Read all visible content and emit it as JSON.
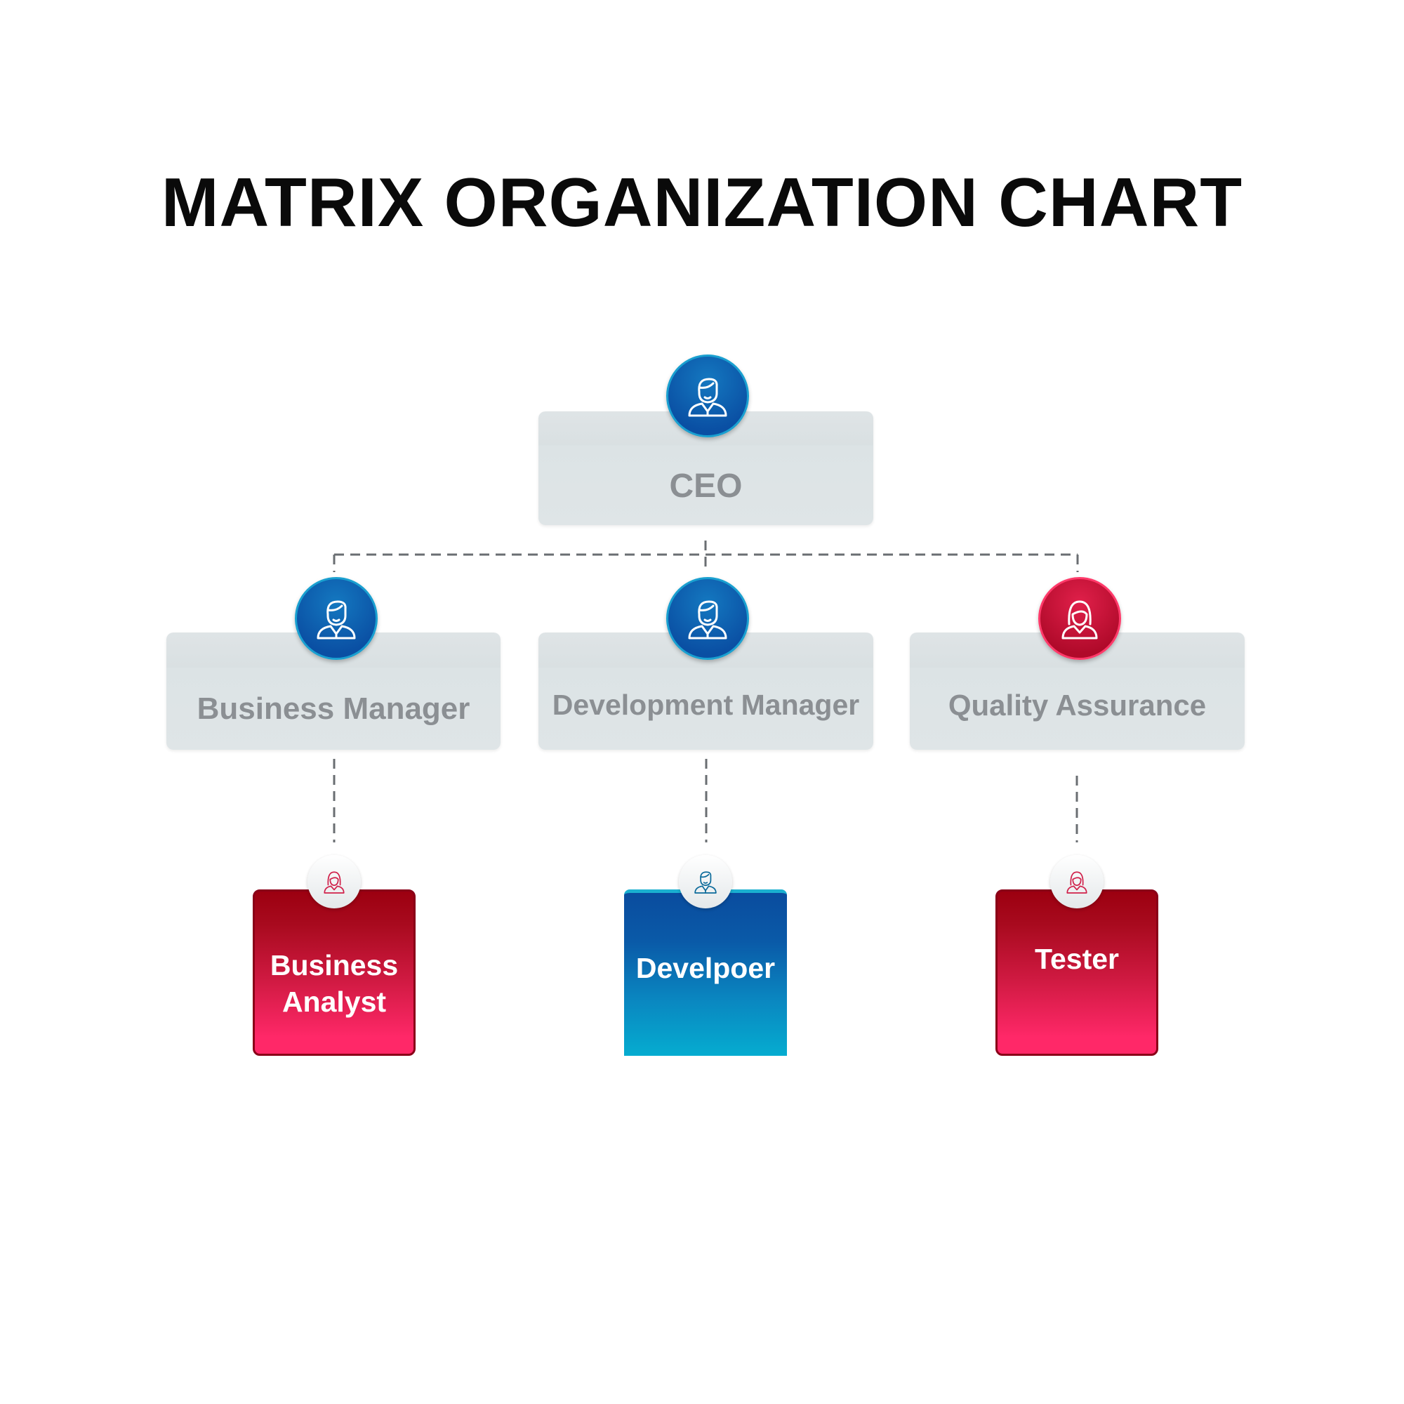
{
  "title": "MATRIX ORGANIZATION CHART",
  "ceo": {
    "label": "CEO",
    "icon": "businessman-icon",
    "color": "#0a4fa3"
  },
  "managers": [
    {
      "label": "Business Manager",
      "icon": "businessman-icon",
      "color": "#0a4fa3"
    },
    {
      "label": "Development Manager",
      "icon": "businessman-icon",
      "color": "#0a4fa3"
    },
    {
      "label": "Quality Assurance",
      "icon": "businesswoman-icon",
      "color": "#c0102e"
    }
  ],
  "staff": [
    {
      "label_line1": "Business",
      "label_line2": "Analyst",
      "icon": "businesswoman-icon",
      "color": "#e0184a"
    },
    {
      "label": "Develpoer",
      "icon": "businessman-icon",
      "color": "#0a5aa8"
    },
    {
      "label": "Tester",
      "icon": "businesswoman-icon",
      "color": "#e0184a"
    }
  ]
}
